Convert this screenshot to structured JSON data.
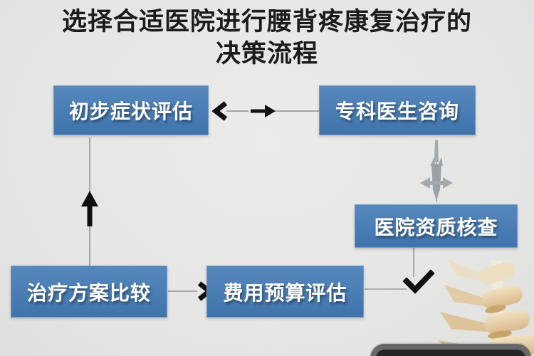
{
  "title": {
    "line1": "选择合适医院进行腰背疼康复治疗的",
    "line2": "决策流程"
  },
  "nodes": [
    {
      "label": "初步症状评估"
    },
    {
      "label": "专科医生咨询"
    },
    {
      "label": "医院资质核查"
    },
    {
      "label": "治疗方案比较"
    },
    {
      "label": "费用预算评估"
    }
  ],
  "edges": [
    {
      "from": "初步症状评估",
      "to": "专科医生咨询",
      "style": "two-headed horizontal arrow (black heads, thin gray line)"
    },
    {
      "from": "专科医生咨询",
      "to": "医院资质核查",
      "style": "thin gray vertical line with gray needle/cross ornament"
    },
    {
      "from": "治疗方案比较",
      "to": "初步症状评估",
      "style": "thin gray vertical line with thick black up arrow"
    },
    {
      "from": "治疗方案比较",
      "to": "费用预算评估",
      "style": "thin gray line with black right chevron"
    },
    {
      "from": "医院资质核查",
      "to": "final-checkmark",
      "style": "thin gray vertical line"
    },
    {
      "from": "费用预算评估",
      "to": "final-checkmark",
      "style": "thin gray horizontal line"
    }
  ],
  "decorations": {
    "checkmark_glyph": "✓",
    "spine_illustration": "lumbar-spine-3d-model",
    "device_frame": "rounded-tablet-top-edge"
  },
  "colors": {
    "background": "#e8e8e7",
    "node_fill": "#4b7fb5",
    "node_text": "#ffffff",
    "title_text": "#1b1b1b",
    "arrow_black": "#111111",
    "connector_gray": "#9aa0a5",
    "bone_tan": "#dfc49c",
    "frame_gray": "#696969"
  }
}
